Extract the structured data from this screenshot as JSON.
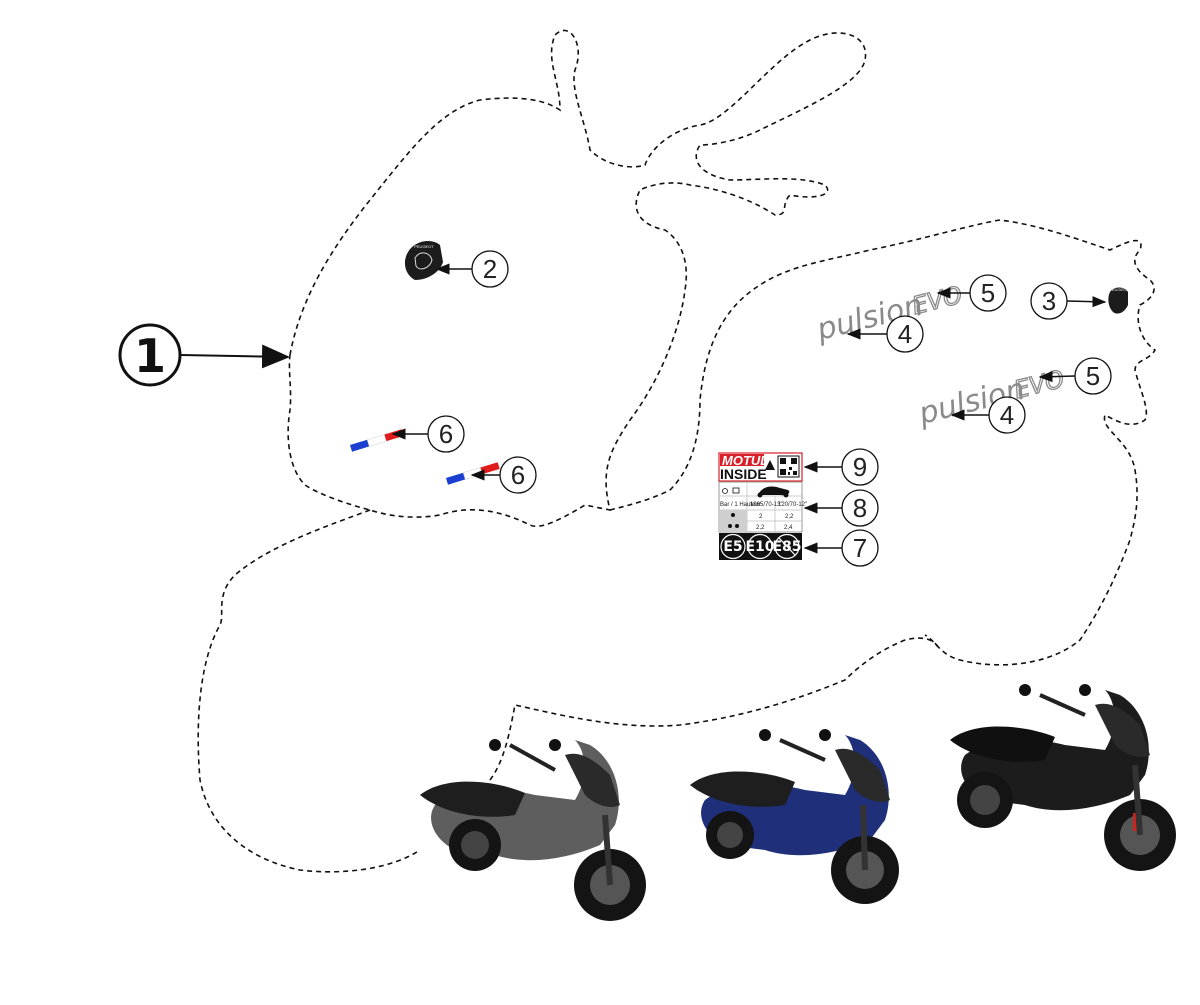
{
  "callouts": {
    "main": "1",
    "n2": "2",
    "n3": "3",
    "n4a": "4",
    "n4b": "4",
    "n5a": "5",
    "n5b": "5",
    "n6a": "6",
    "n6b": "6",
    "n7": "7",
    "n8": "8",
    "n9": "9"
  },
  "logos": {
    "pulsion_word": "pulsion",
    "evo_word": "EVO"
  },
  "motul_label": {
    "brand": "MOTUL",
    "inside": "INSIDE"
  },
  "tire_label": {
    "col1": "1965/70-13\"",
    "col2": "120/70-12\"",
    "row1_val1": "2",
    "row1_val2": "2,2",
    "row2_val1": "2,2",
    "row2_val2": "2,4",
    "unit": "Bar / 1 Hauteur"
  },
  "fuel_label": {
    "fuels": [
      "E5",
      "E10",
      "E85"
    ]
  },
  "scooters": {
    "colors": [
      "#6b6b6b",
      "#1f2f7a",
      "#1c1c1c"
    ]
  },
  "colors": {
    "flag_blue": "#1a3fd1",
    "flag_red": "#e01b1b",
    "motul_red": "#d8202a",
    "outline": "#111111"
  }
}
